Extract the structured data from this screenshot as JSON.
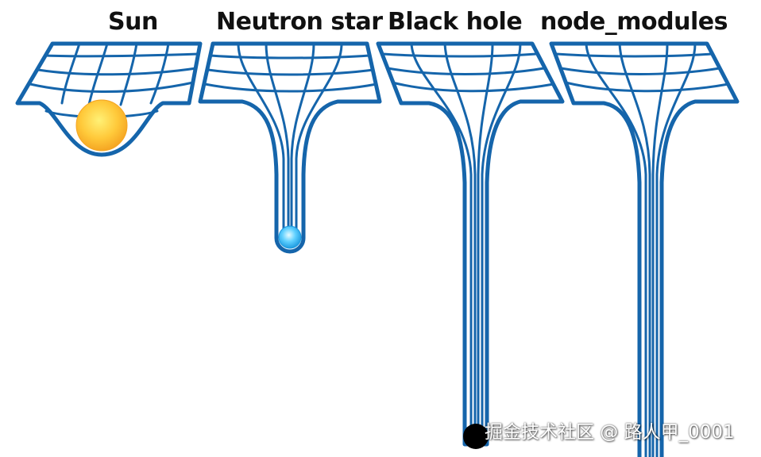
{
  "labels": {
    "sun": "Sun",
    "neutron_star": "Neutron star",
    "black_hole": "Black hole",
    "node_modules": "node_modules"
  },
  "watermark": "掘金技术社区 @ 路人甲_0001",
  "colors": {
    "grid": "#1565ab",
    "sun_core": "#fff176",
    "sun_edge": "#f5a623",
    "neutron_core": "#e6fbff",
    "neutron_edge": "#1e9be0",
    "black_hole": "#000000"
  }
}
